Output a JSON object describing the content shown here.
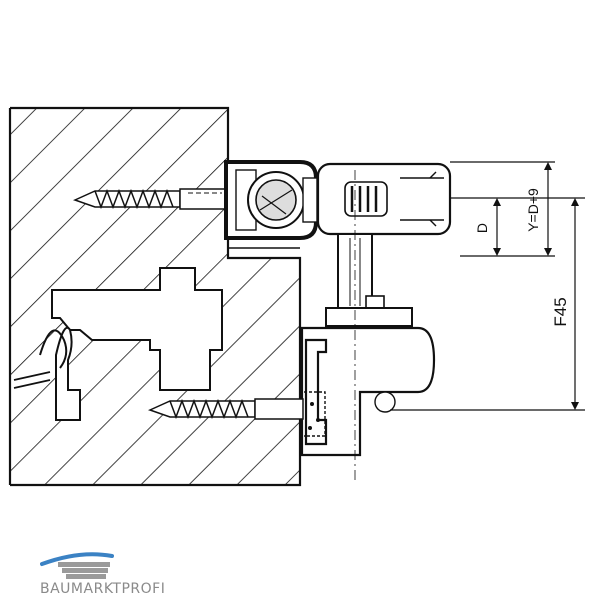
{
  "dimensions": {
    "f45": "F45",
    "y_formula": "Y=D+9",
    "d": "D"
  },
  "logo": {
    "text": "BAUMARKTPROFI",
    "accent_color": "#3b82c4",
    "text_color": "#8a8a8a"
  },
  "colors": {
    "line": "#111111",
    "background": "#ffffff"
  }
}
